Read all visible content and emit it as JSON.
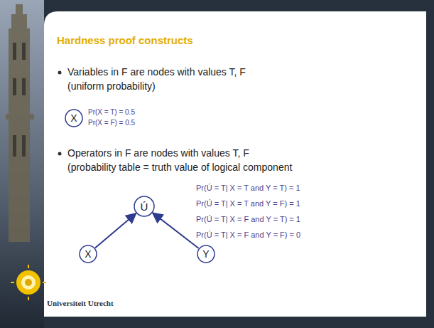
{
  "diagram": {
    "title": "Hardness proof constructs",
    "nodes": [
      {
        "text": [
          "X"
        ]
      },
      {
        "text": [
          "Ú"
        ]
      },
      {
        "text": [
          "X"
        ]
      },
      {
        "text": [
          "Y"
        ]
      }
    ],
    "edges": [
      {
        "from": 2,
        "to": 1,
        "arrow": "to"
      },
      {
        "from": 3,
        "to": 1,
        "arrow": "to"
      }
    ],
    "labels": [
      "Variables in F are nodes with values T, F",
      "(uniform probability)",
      "Pr(X = T) = 0.5",
      "Pr(X = F) = 0.5",
      "Operators in F are nodes with values T, F",
      "(probability table = truth value of logical component",
      "Pr(Ú = T| X = T and Y = T) = 1",
      "Pr(Ú = T| X = T and Y = F) = 1",
      "Pr(Ú = T| X = F and Y = T) = 1",
      "Pr(Ú = T| X = F and Y = F) = 0",
      "Universiteit Utrecht"
    ]
  }
}
